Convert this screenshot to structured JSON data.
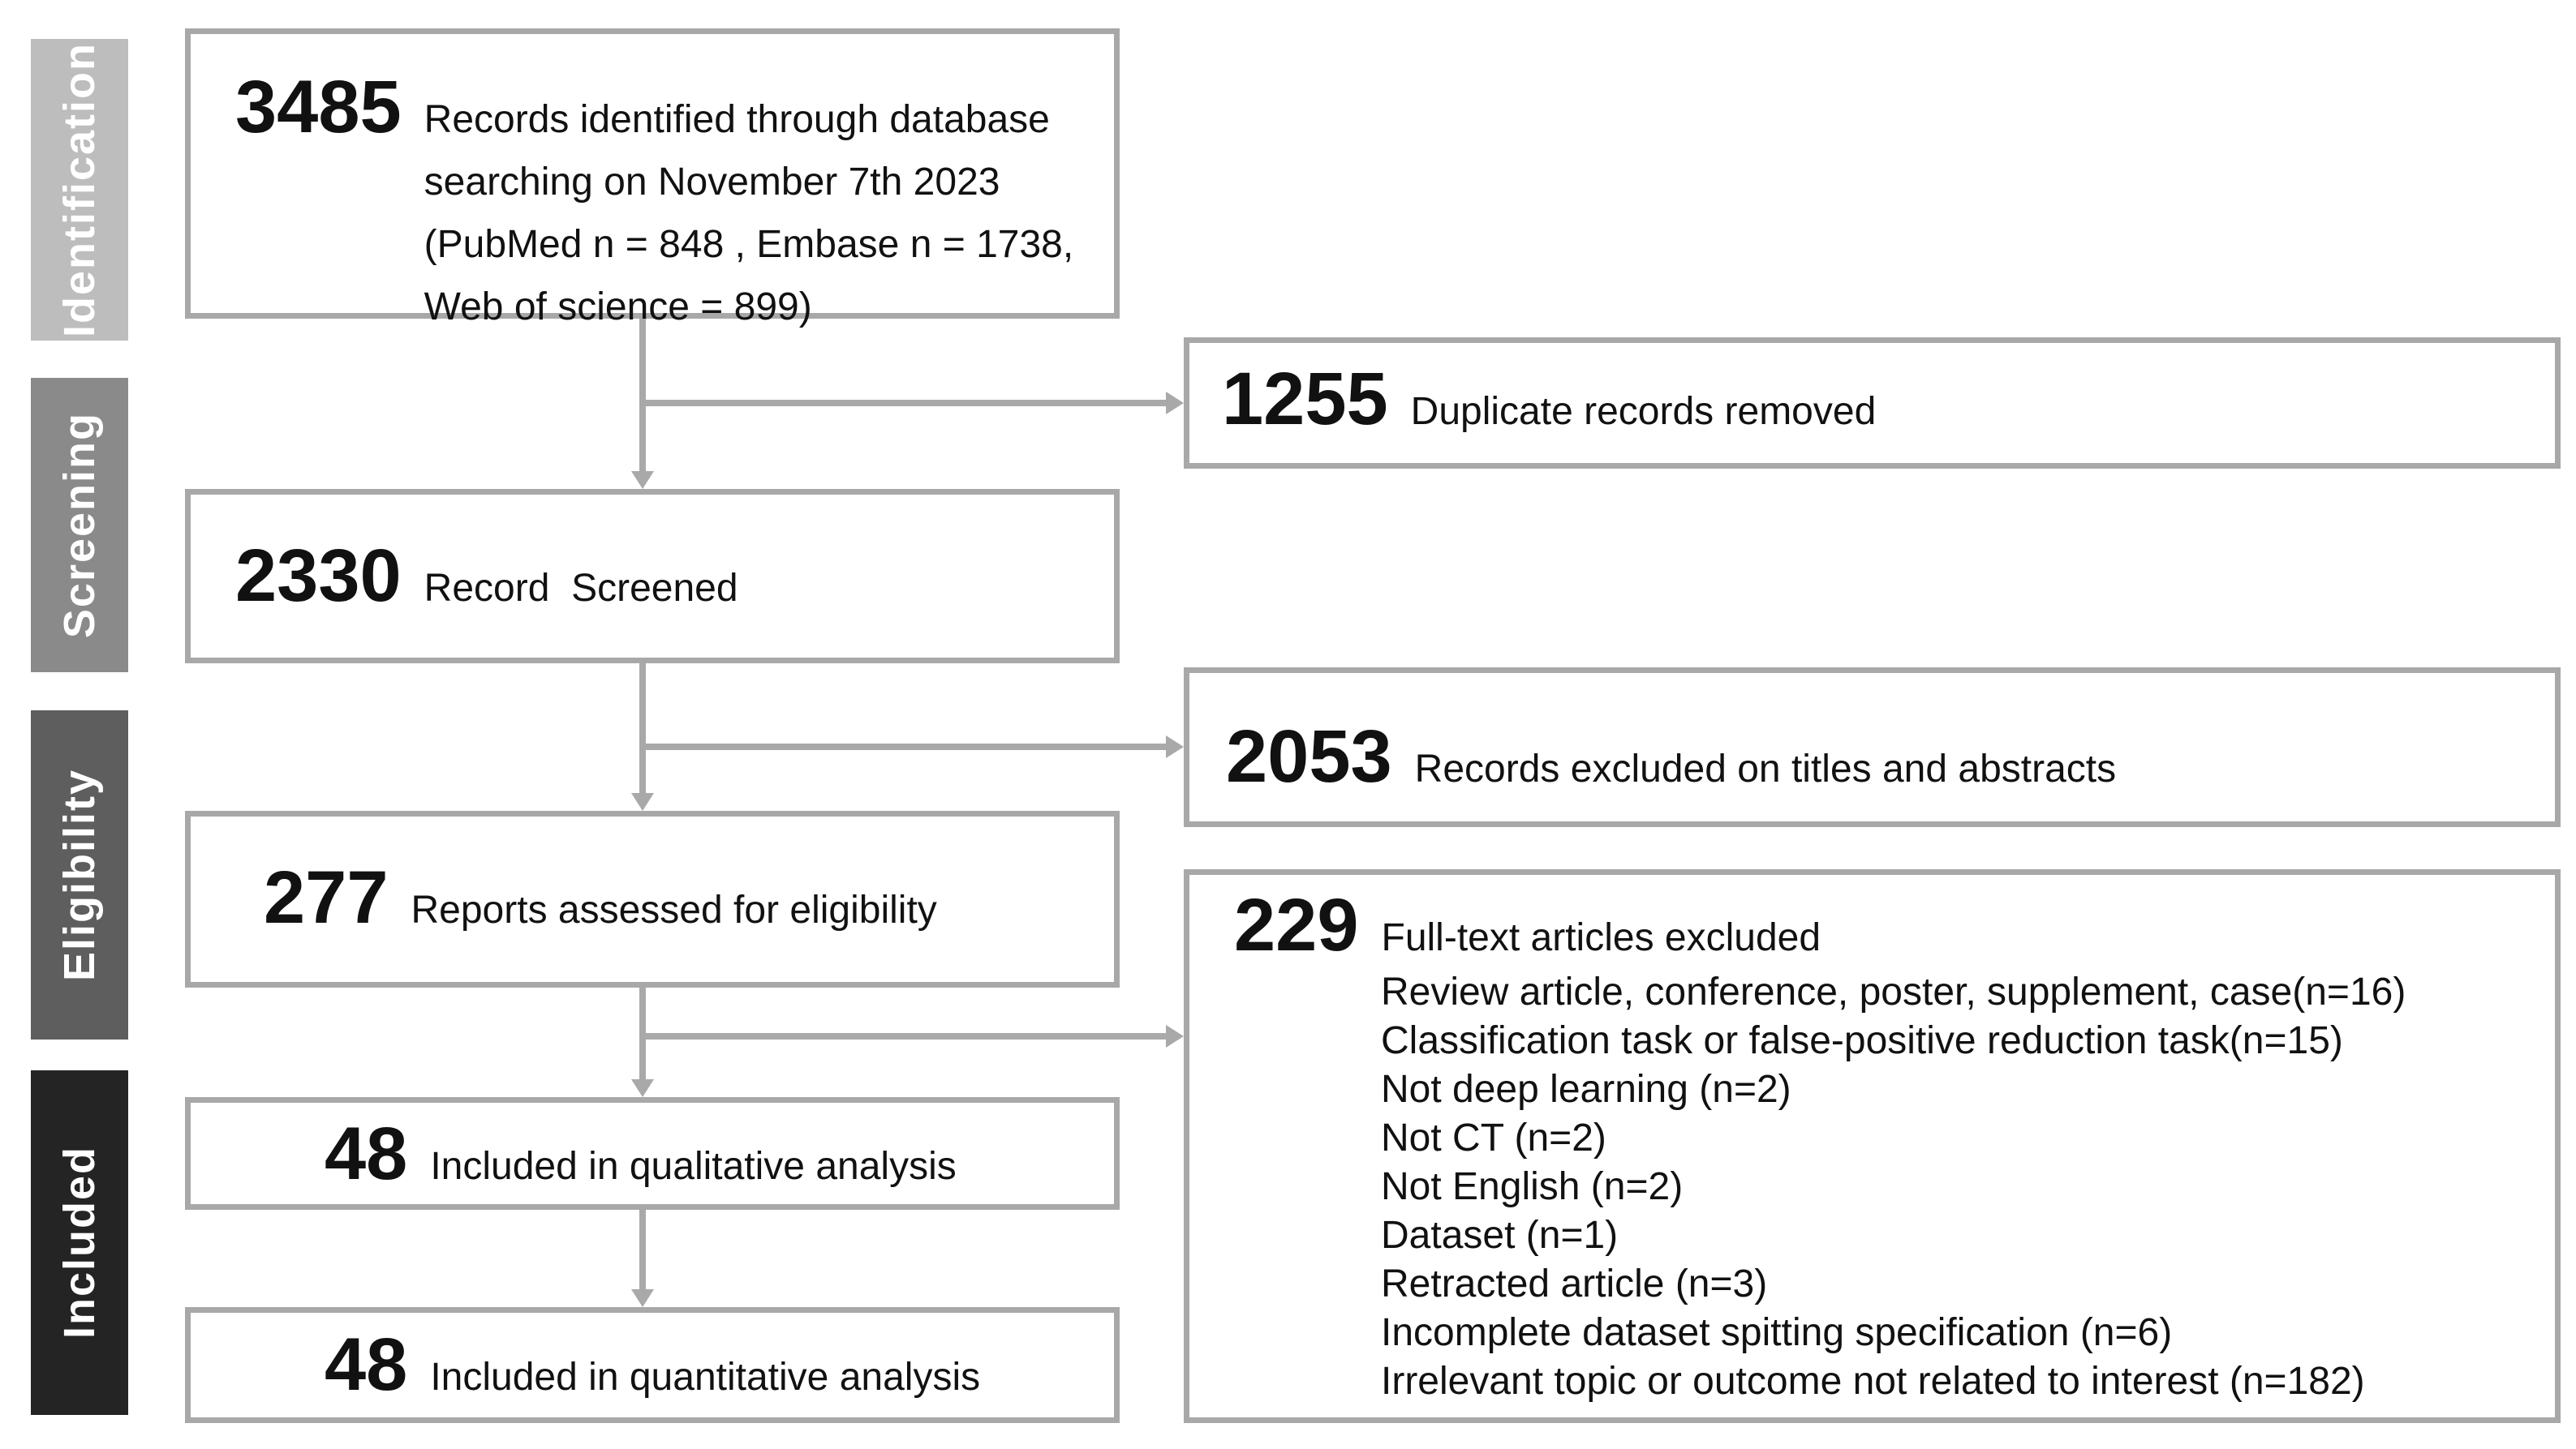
{
  "colors": {
    "background": "#ffffff",
    "box_border": "#a8a8a8",
    "arrow": "#a9a9a9",
    "text": "#111111"
  },
  "stages": [
    {
      "label": "Identification",
      "color": "#bdbdbd"
    },
    {
      "label": "Screening",
      "color": "#8a8a8a"
    },
    {
      "label": "Eligibility",
      "color": "#5e5e5e"
    },
    {
      "label": "Included",
      "color": "#242424"
    }
  ],
  "boxes": {
    "identified": {
      "count": "3485",
      "label": "Records identified through database\nsearching on November 7th 2023\n(PubMed n = 848 , Embase n = 1738,\nWeb of science = 899)"
    },
    "duplicates": {
      "count": "1255",
      "label": "Duplicate records removed"
    },
    "screened": {
      "count": "2330",
      "label": "Record  Screened"
    },
    "excluded_titles_abstracts": {
      "count": "2053",
      "label": "Records excluded on titles and abstracts"
    },
    "assessed": {
      "count": "277",
      "label": "Reports assessed for eligibility"
    },
    "fulltext_excluded": {
      "count": "229",
      "label": "Full-text articles excluded",
      "reasons": "Review article, conference, poster, supplement, case(n=16)\nClassification task or false-positive reduction task(n=15)\nNot deep learning (n=2)\nNot CT (n=2)\nNot English (n=2)\nDataset (n=1)\nRetracted article (n=3)\nIncomplete dataset spitting specification (n=6)\nIrrelevant topic or outcome not related to interest (n=182)"
    },
    "qualitative": {
      "count": "48",
      "label": "Included in qualitative analysis"
    },
    "quantitative": {
      "count": "48",
      "label": "Included in quantitative analysis"
    }
  }
}
